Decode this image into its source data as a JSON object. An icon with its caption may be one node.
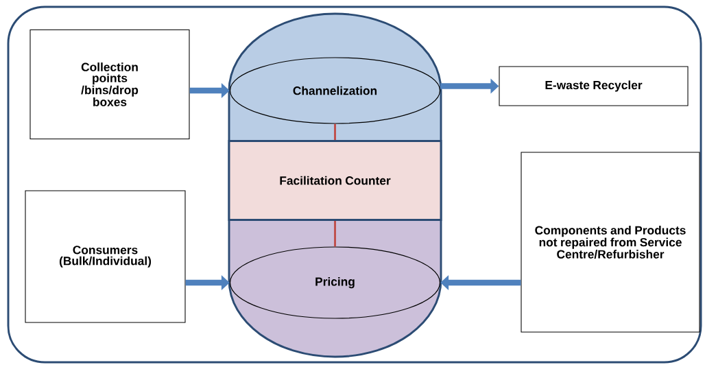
{
  "diagram": {
    "nodes": [
      {
        "text": [],
        "shape": "box"
      },
      {
        "text": [],
        "shape": "capsule",
        "in": 0
      },
      {
        "text": [
          "Channelization"
        ],
        "in": 1
      },
      {
        "text": [
          "Facilitation Counter"
        ],
        "in": 1
      },
      {
        "text": [
          "Pricing"
        ],
        "in": 1
      },
      {
        "text": [
          "Collection points /bins/drop boxes"
        ],
        "in": 0
      },
      {
        "text": [
          "E-waste Recycler"
        ],
        "in": 0
      },
      {
        "text": [
          "Consumers (Bulk/Individual)"
        ],
        "in": 0
      },
      {
        "text": [
          "Components and Products not repaired from Service Centre/Refurbisher"
        ],
        "in": 0
      }
    ],
    "edges": [
      {
        "from": 5,
        "to": 2,
        "arrow": "to"
      },
      {
        "from": 2,
        "to": 6,
        "arrow": "to"
      },
      {
        "from": 7,
        "to": 4,
        "arrow": "to"
      },
      {
        "from": 8,
        "to": 4,
        "arrow": "to"
      },
      {
        "from": 2,
        "to": 3,
        "arrow": "none",
        "color": "#c0504d"
      },
      {
        "from": 3,
        "to": 4,
        "arrow": "none",
        "color": "#c0504d"
      }
    ]
  }
}
